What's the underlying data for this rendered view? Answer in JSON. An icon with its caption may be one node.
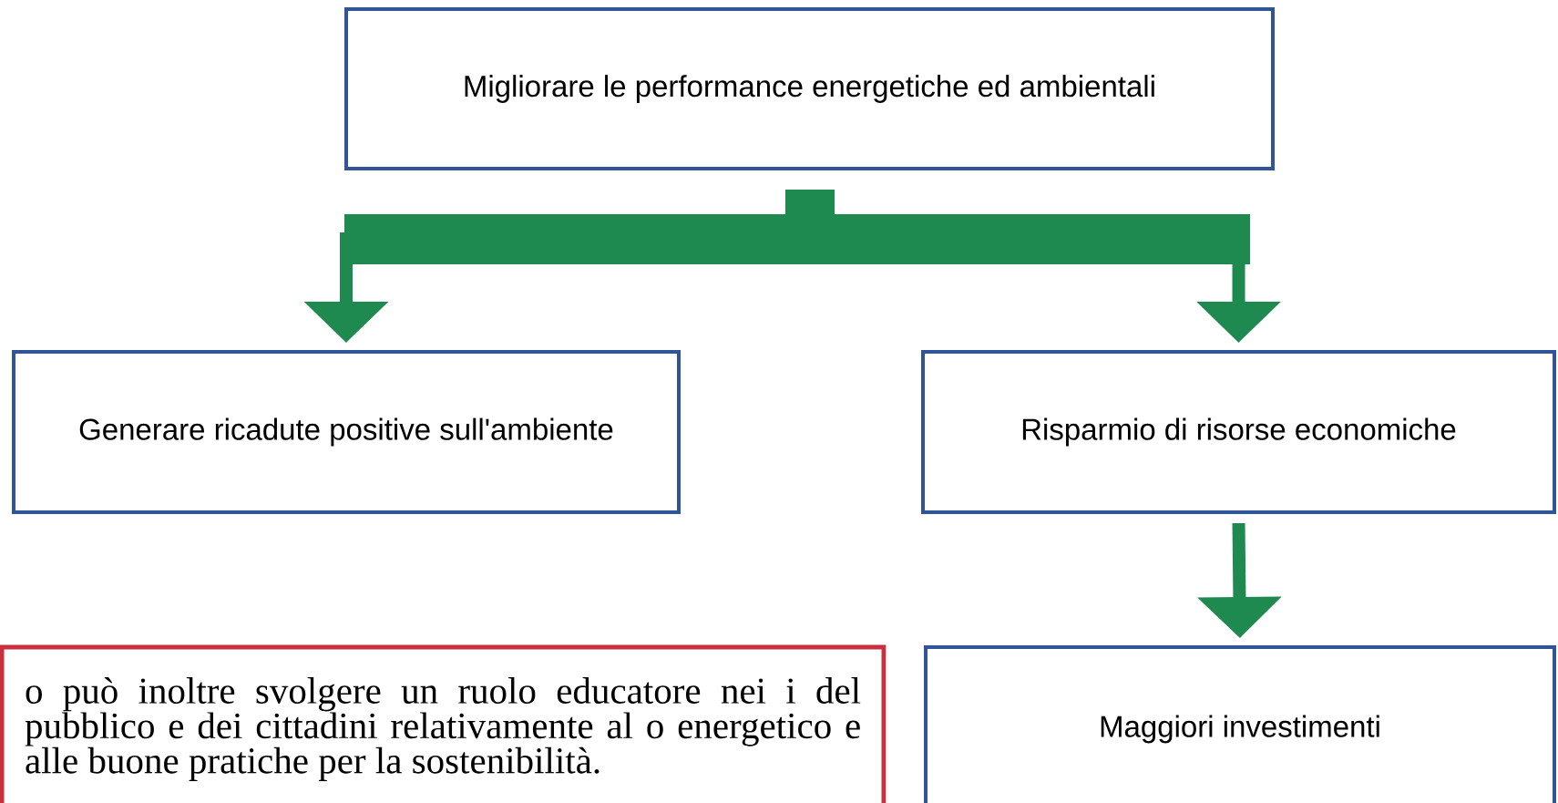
{
  "diagram": {
    "nodes": [
      {
        "text": [
          "Migliorare le performance energetiche ed ambientali"
        ]
      },
      {
        "text": [
          "Generare ricadute positive sull'ambiente"
        ]
      },
      {
        "text": [
          "Risparmio di risorse economiche"
        ]
      },
      {
        "text": [
          "Maggiori investimenti"
        ]
      },
      {
        "text": [
          "o può inoltre svolgere un ruolo educatore nei i del pubblico e dei cittadini relativamente al o energetico e alle buone pratiche per la sostenibilità."
        ]
      }
    ],
    "edges": [
      {
        "from": 0,
        "to": 1,
        "arrow": "to"
      },
      {
        "from": 0,
        "to": 2,
        "arrow": "to"
      },
      {
        "from": 2,
        "to": 3,
        "arrow": "to"
      }
    ]
  }
}
